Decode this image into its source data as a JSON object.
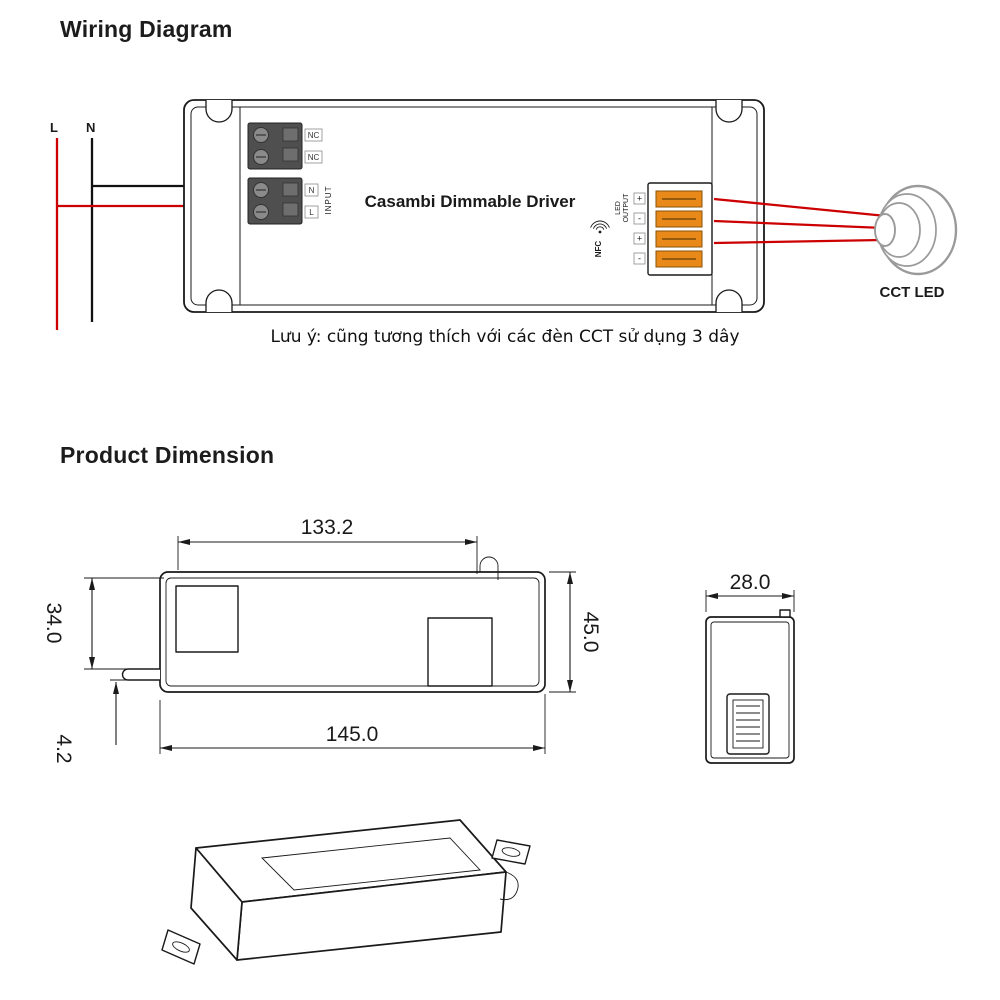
{
  "headings": {
    "wiring": "Wiring Diagram",
    "dimension": "Product Dimension"
  },
  "wiring": {
    "live_label": "L",
    "neutral_label": "N",
    "driver_name": "Casambi Dimmable Driver",
    "input": {
      "label": "INPUT",
      "terminals": [
        "NC",
        "NC",
        "N",
        "L"
      ]
    },
    "output": {
      "line1": "LED",
      "line2": "OUTPUT",
      "nfc": "NFC",
      "terminals": [
        "+",
        "-",
        "+",
        "-"
      ]
    },
    "led_name": "CCT LED",
    "note": "Lưu ý: cũng tương thích với các đèn CCT sử dụng 3 dây",
    "colors": {
      "live_wire": "#cc0000",
      "terminal_orange": "#e8891a"
    }
  },
  "dimensions": {
    "front_top_width": "133.2",
    "left_height": "34.0",
    "wire_offset": "4.2",
    "right_height": "45.0",
    "front_bottom_width": "145.0",
    "side_width": "28.0"
  }
}
